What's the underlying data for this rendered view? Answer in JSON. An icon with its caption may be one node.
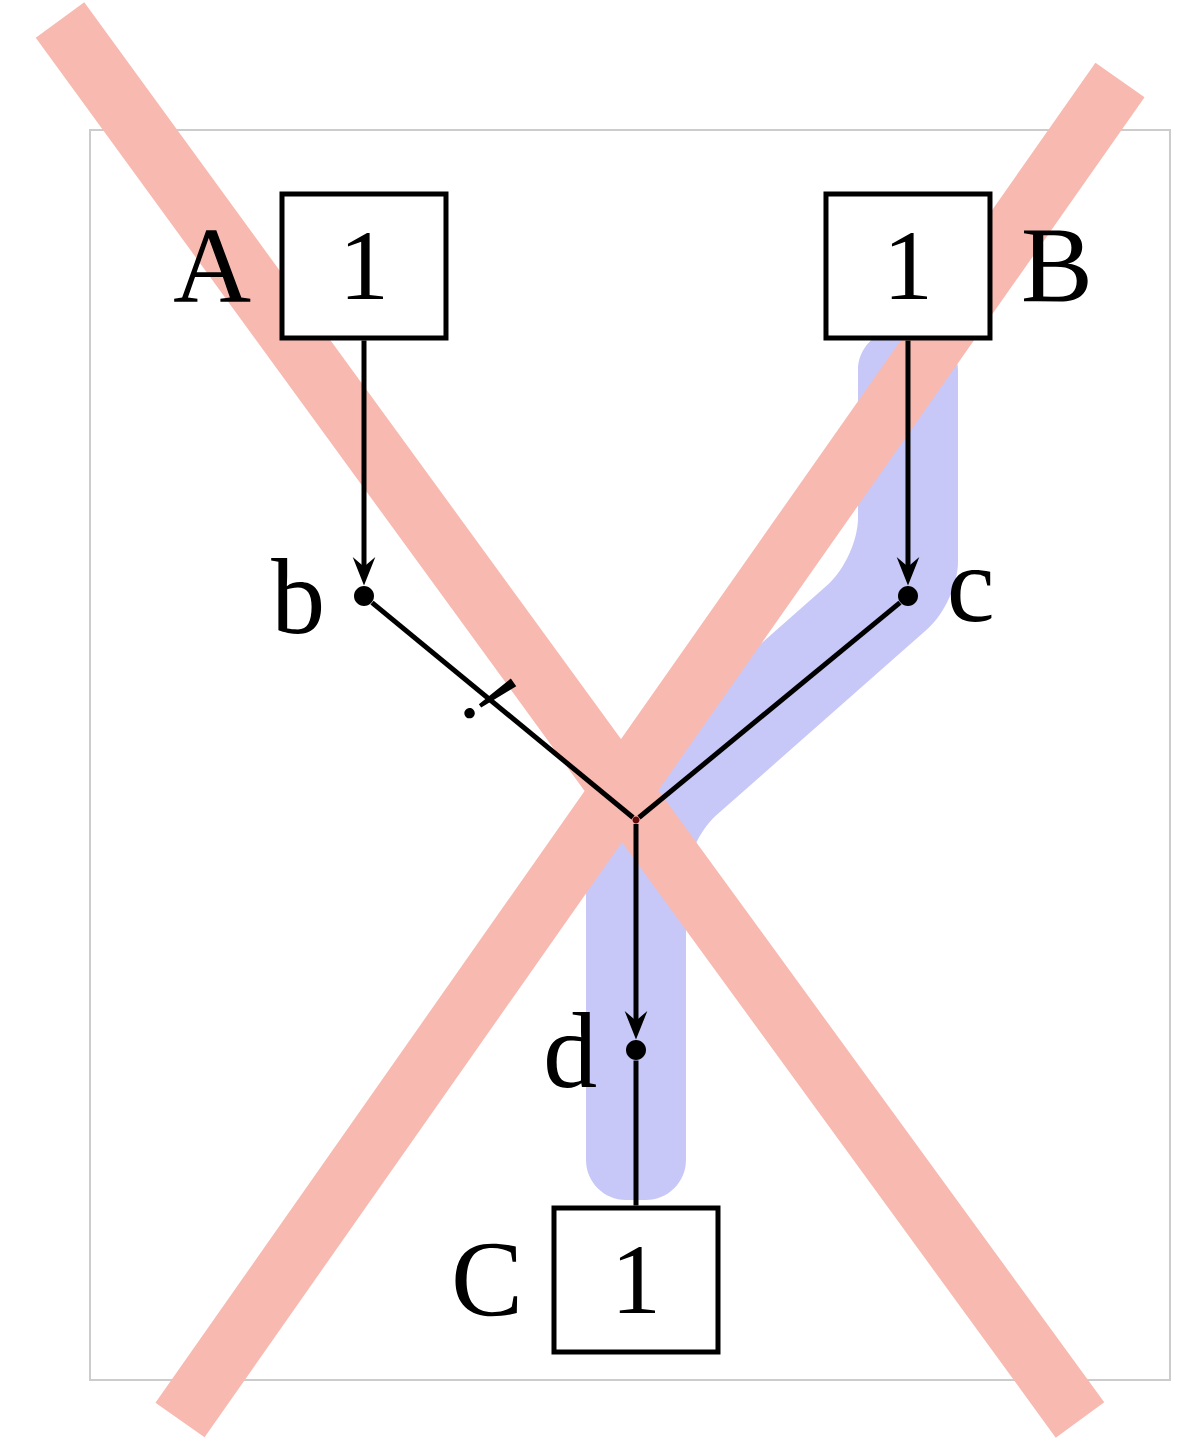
{
  "diagram": {
    "nodes": [
      {
        "text": [
          "1"
        ],
        "beside": [
          "A"
        ]
      },
      {
        "text": [
          "1"
        ],
        "beside": [
          "B"
        ]
      },
      {
        "text": [],
        "shape": "circle",
        "beside": [
          "b"
        ]
      },
      {
        "text": [],
        "shape": "circle",
        "beside": [
          "c"
        ]
      },
      {
        "text": [],
        "shape": "circle"
      },
      {
        "text": [],
        "shape": "circle",
        "beside": [
          "d"
        ]
      },
      {
        "text": [
          "1"
        ],
        "beside": [
          "C"
        ]
      }
    ],
    "edges": [
      {
        "from": 0,
        "to": 2,
        "arrow": "to"
      },
      {
        "from": 1,
        "to": 3,
        "arrow": "to"
      },
      {
        "from": 2,
        "to": 4,
        "arrow": "none",
        "label": "!"
      },
      {
        "from": 3,
        "to": 4,
        "arrow": "none"
      },
      {
        "from": 4,
        "to": 5,
        "arrow": "to"
      },
      {
        "from": 5,
        "to": 6,
        "arrow": "none"
      }
    ]
  }
}
